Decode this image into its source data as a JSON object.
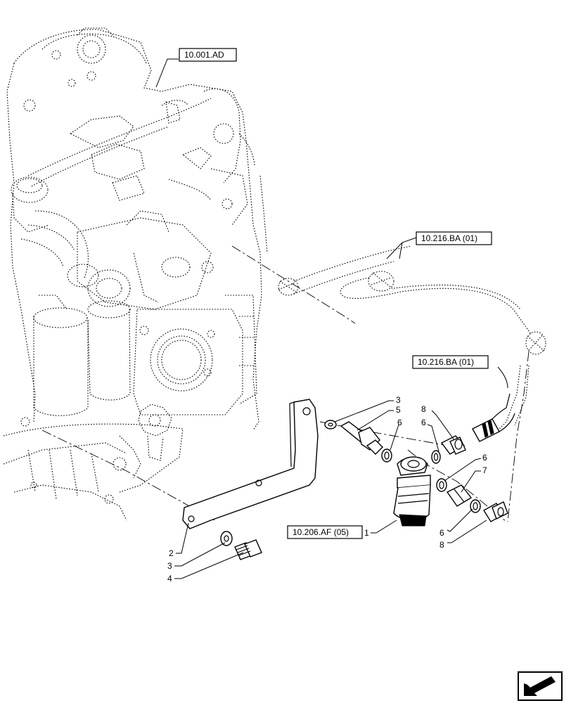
{
  "references": [
    {
      "id": "ref-10001ad",
      "label": "10.001.AD"
    },
    {
      "id": "ref-10216ba-top",
      "label": "10.216.BA (01)"
    },
    {
      "id": "ref-10216ba-right",
      "label": "10.216.BA (01)"
    },
    {
      "id": "ref-10206af",
      "label": "10.206.AF (05)"
    }
  ],
  "callouts": {
    "c3a": "3",
    "c5": "5",
    "c6a": "6",
    "c8a": "8",
    "c6b": "6",
    "c6c": "6",
    "c7": "7",
    "c6d": "6",
    "c8b": "8",
    "c1": "1",
    "c2": "2",
    "c3b": "3",
    "c4": "4"
  },
  "icons": {
    "nav": "next-page-arrow-icon"
  }
}
